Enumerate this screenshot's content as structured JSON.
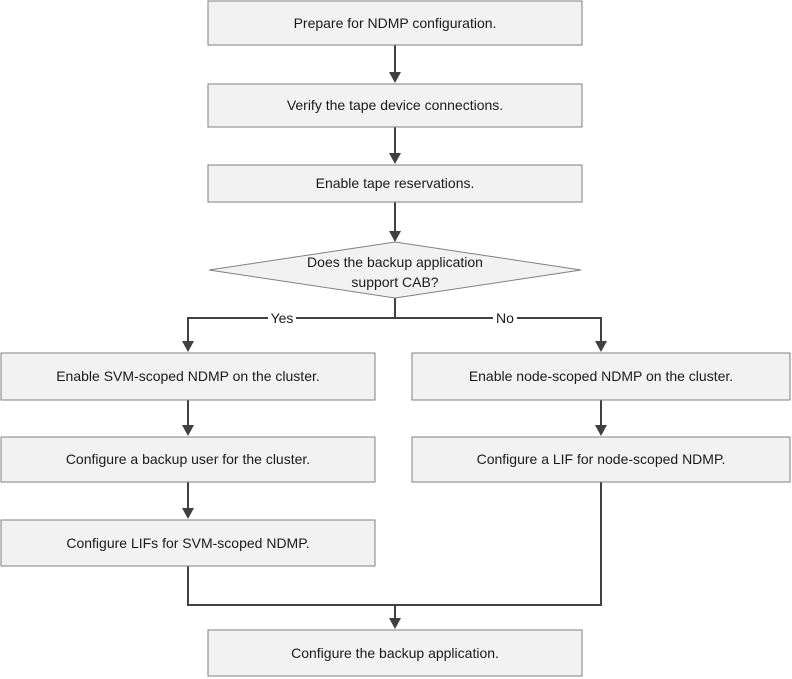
{
  "nodes": {
    "prepare": "Prepare for NDMP configuration.",
    "verify": "Verify the tape device connections.",
    "enable_tape": "Enable tape reservations.",
    "decision_line1": "Does the backup application",
    "decision_line2": "support CAB?",
    "enable_svm": "Enable SVM-scoped NDMP on the cluster.",
    "config_user": "Configure a backup user for the cluster.",
    "config_lifs": "Configure LIFs for SVM-scoped NDMP.",
    "enable_node": "Enable node-scoped NDMP on the cluster.",
    "config_lif_node": "Configure a LIF for node-scoped NDMP.",
    "config_app": "Configure the backup application."
  },
  "edges": {
    "yes": "Yes",
    "no": "No"
  }
}
